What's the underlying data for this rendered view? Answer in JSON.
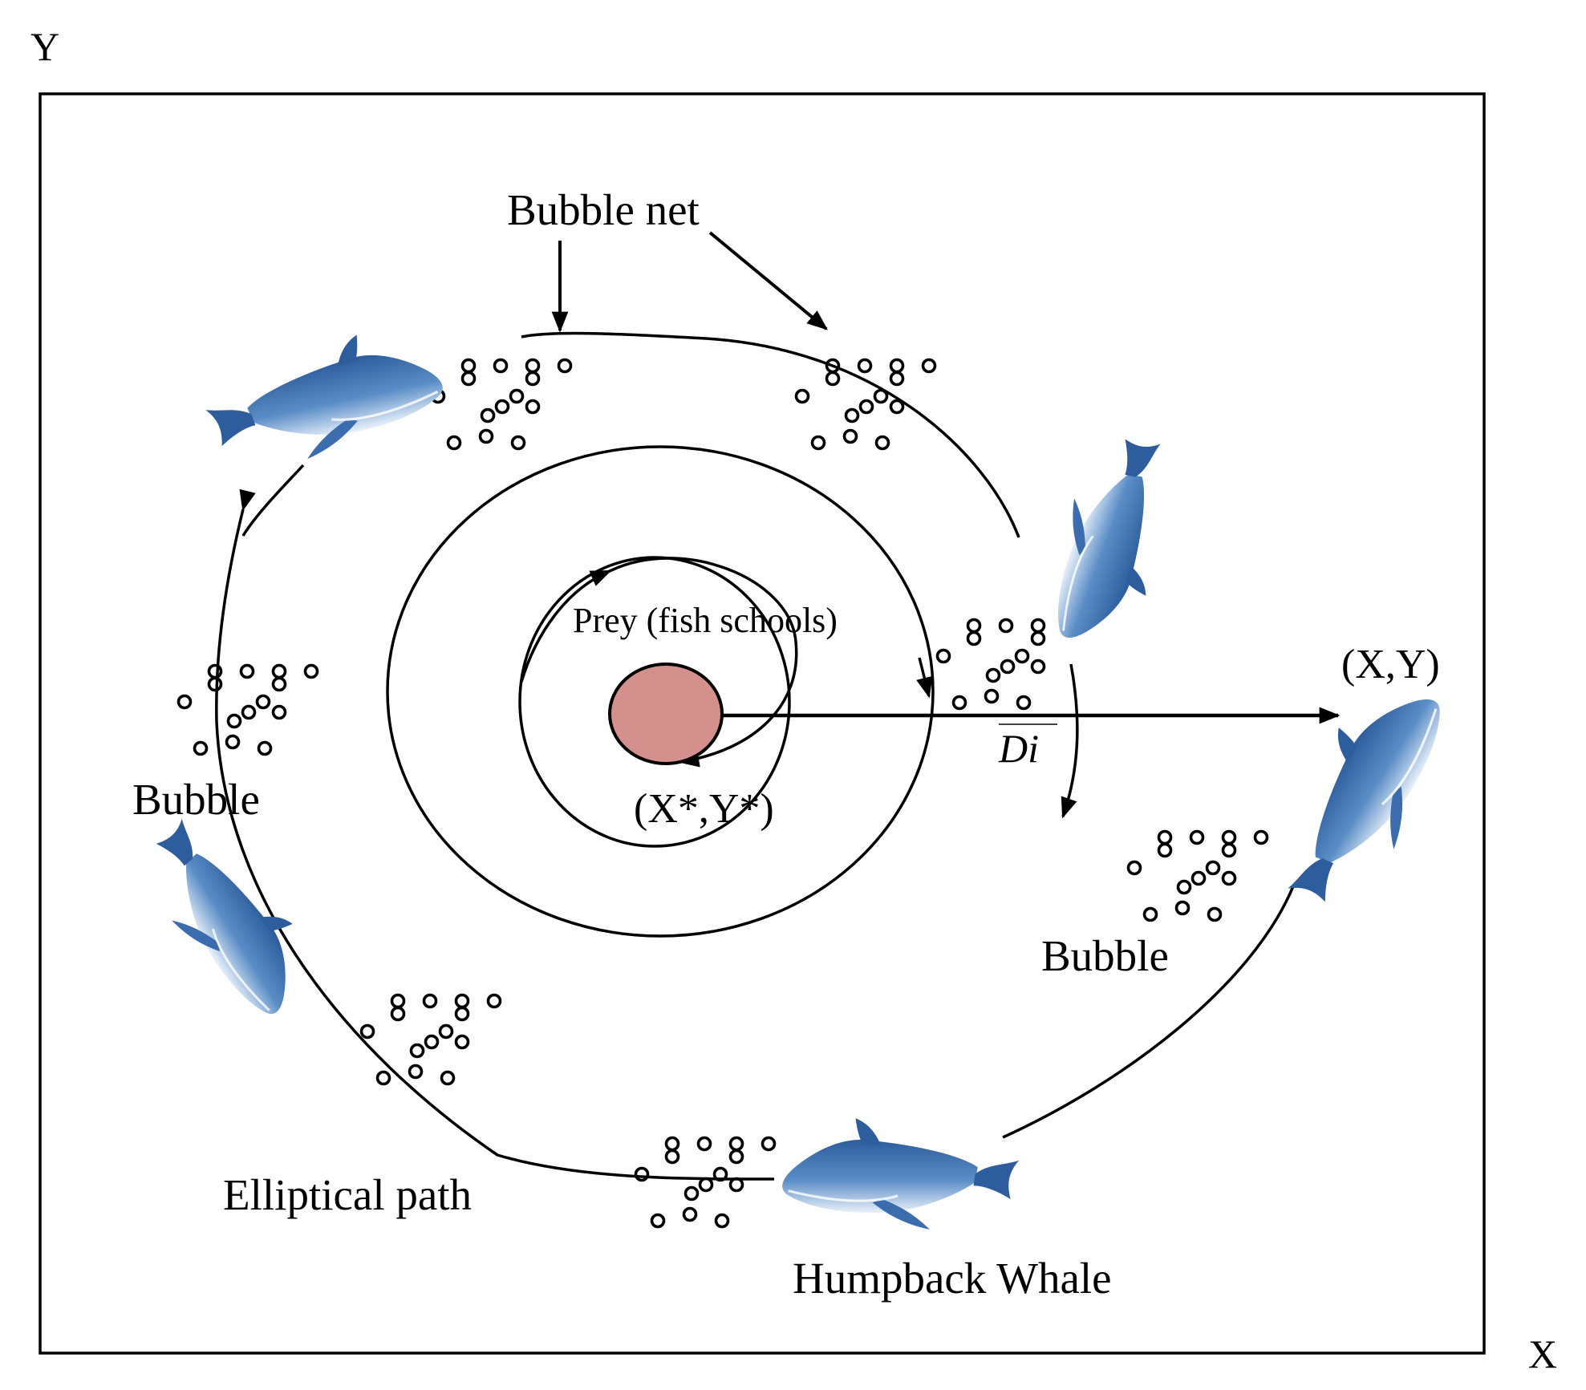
{
  "axes": {
    "x_label": "X",
    "y_label": "Y"
  },
  "labels": {
    "bubble_net": "Bubble net",
    "prey": "Prey (fish schools)",
    "target_point": "(X*,Y*)",
    "whale_point": "(X,Y)",
    "distance": "Di",
    "bubble_left": "Bubble",
    "bubble_right": "Bubble",
    "elliptical_path": "Elliptical path",
    "humpback_whale": "Humpback Whale"
  },
  "colors": {
    "prey_fill": "#d4908c",
    "whale_dark": "#2d5d9c",
    "whale_mid": "#5a8dc6",
    "whale_light": "#e9f1fa",
    "line": "#000000"
  },
  "icons": {
    "whale": "humpback-whale-icon",
    "bubble_cluster": "bubble-cluster-icon",
    "prey": "prey-circle-icon"
  }
}
